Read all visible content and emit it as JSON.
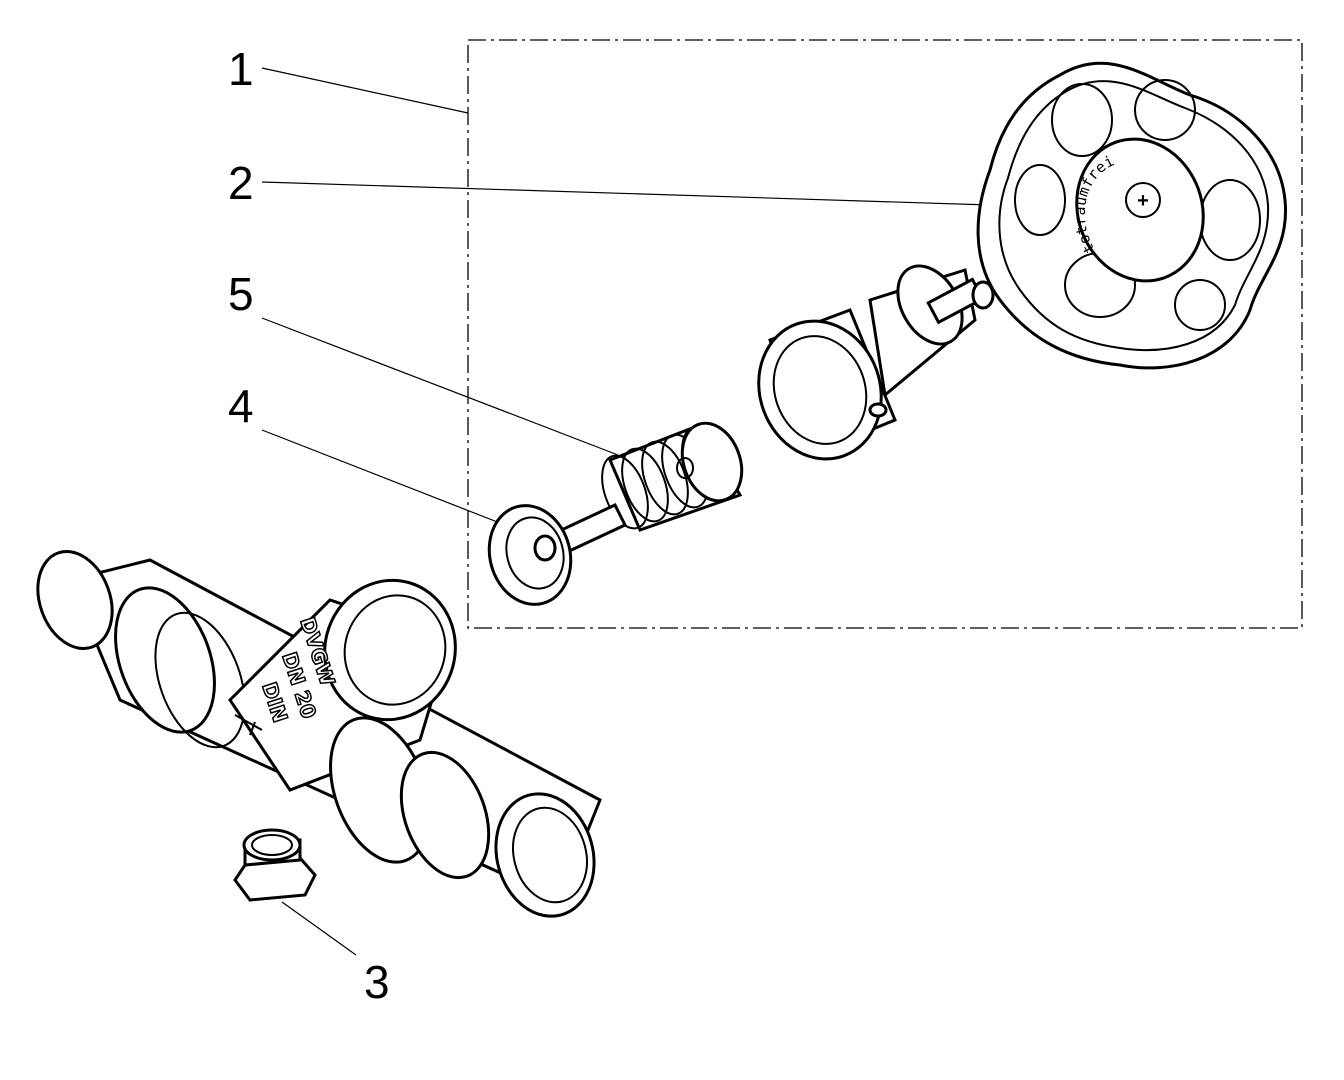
{
  "diagram": {
    "type": "exploded-parts-drawing",
    "callouts": [
      {
        "number": "1",
        "part": "upper-assembly-group"
      },
      {
        "number": "2",
        "part": "handwheel"
      },
      {
        "number": "5",
        "part": "spring"
      },
      {
        "number": "4",
        "part": "valve-disc"
      },
      {
        "number": "3",
        "part": "plug-screw"
      }
    ],
    "handwheel_text": "totraumfrei",
    "handwheel_center_symbol": "+",
    "body_markings": [
      "DVGW",
      "DN 20",
      "DIN"
    ],
    "colors": {
      "line": "#000000",
      "background": "#ffffff"
    }
  }
}
